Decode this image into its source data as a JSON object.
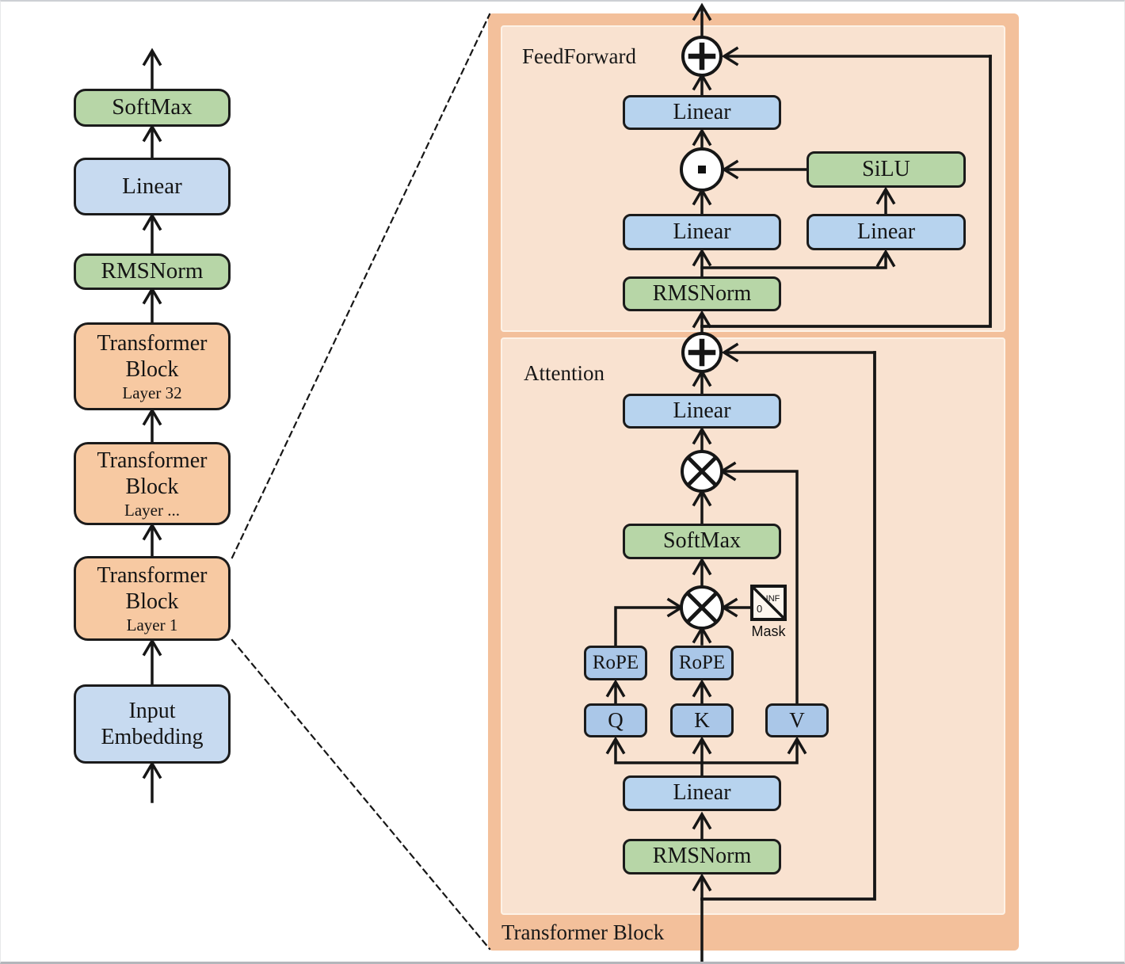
{
  "palette": {
    "green": "#b7d6a7",
    "blue": "#b7d3ee",
    "blue_light": "#c7daf0",
    "blue_small": "#aac7e8",
    "orange_block": "#f7c9a2",
    "panel_outer": "#f3c09b",
    "panel_inner": "#f9e2d0",
    "line": "#161616"
  },
  "left_stack": {
    "softmax": "SoftMax",
    "linear": "Linear",
    "rmsnorm": "RMSNorm",
    "block_top": {
      "line1": "Transformer",
      "line2": "Block",
      "layer": "Layer 32"
    },
    "block_mid": {
      "line1": "Transformer",
      "line2": "Block",
      "layer": "Layer ..."
    },
    "block_bottom": {
      "line1": "Transformer",
      "line2": "Block",
      "layer": "Layer 1"
    },
    "input_embedding": {
      "line1": "Input",
      "line2": "Embedding"
    }
  },
  "panel": {
    "title": "Transformer Block",
    "feedforward": {
      "label": "FeedForward",
      "linear_out": "Linear",
      "silu": "SiLU",
      "linear_gate": "Linear",
      "linear_up": "Linear",
      "rmsnorm": "RMSNorm"
    },
    "attention": {
      "label": "Attention",
      "linear_out": "Linear",
      "softmax": "SoftMax",
      "mask": {
        "zero": "0",
        "neg_inf": "-INF",
        "label": "Mask"
      },
      "rope_q": "RoPE",
      "rope_k": "RoPE",
      "q": "Q",
      "k": "K",
      "v": "V",
      "linear_qkv": "Linear",
      "rmsnorm": "RMSNorm"
    },
    "operators": {
      "add_icon": "+",
      "matmul_icon": "×",
      "elementwise_product_icon": "·"
    }
  }
}
